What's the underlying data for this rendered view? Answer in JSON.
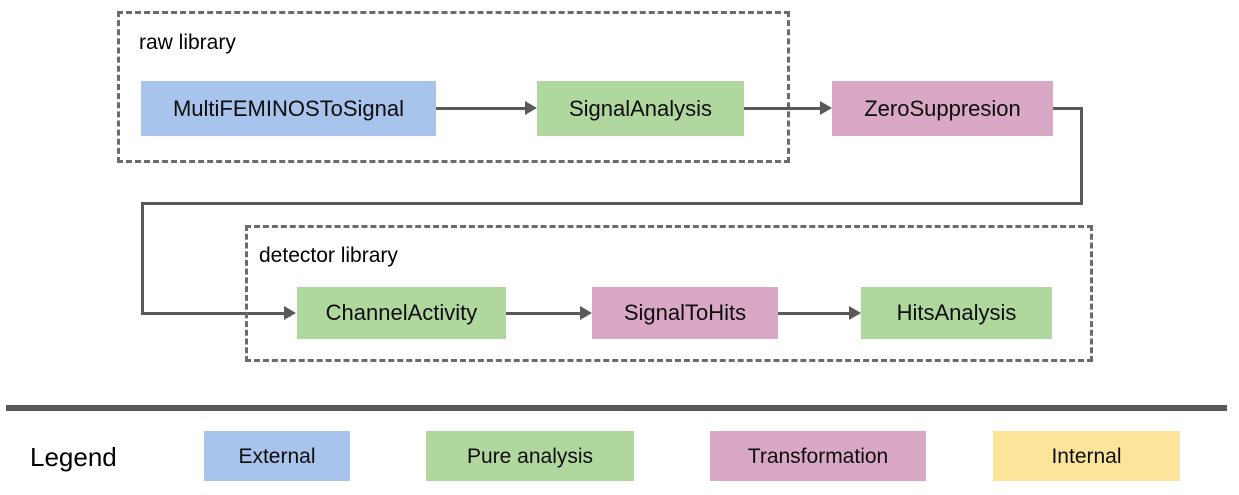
{
  "diagram": {
    "groups": [
      {
        "id": "raw-library",
        "label": "raw library"
      },
      {
        "id": "detector-library",
        "label": "detector library"
      }
    ],
    "nodes": [
      {
        "id": "multifeminostosignal",
        "label": "MultiFEMINOSToSignal",
        "category": "External",
        "color": "#a8c4ec",
        "group": "raw library"
      },
      {
        "id": "signalanalysis",
        "label": "SignalAnalysis",
        "category": "Pure analysis",
        "color": "#b0d79e",
        "group": "raw library"
      },
      {
        "id": "zerosuppresion",
        "label": "ZeroSuppresion",
        "category": "Transformation",
        "color": "#d9a8c4",
        "group": "raw library"
      },
      {
        "id": "channelactivity",
        "label": "ChannelActivity",
        "category": "Pure analysis",
        "color": "#b0d79e",
        "group": "detector library"
      },
      {
        "id": "signaltohits",
        "label": "SignalToHits",
        "category": "Transformation",
        "color": "#d9a8c4",
        "group": "detector library"
      },
      {
        "id": "hitsanalysis",
        "label": "HitsAnalysis",
        "category": "Pure analysis",
        "color": "#b0d79e",
        "group": "detector library"
      }
    ],
    "edges": [
      {
        "from": "MultiFEMINOSToSignal",
        "to": "SignalAnalysis"
      },
      {
        "from": "SignalAnalysis",
        "to": "ZeroSuppresion"
      },
      {
        "from": "ZeroSuppresion",
        "to": "ChannelActivity"
      },
      {
        "from": "ChannelActivity",
        "to": "SignalToHits"
      },
      {
        "from": "SignalToHits",
        "to": "HitsAnalysis"
      }
    ],
    "edge_color": "#595959"
  },
  "legend": {
    "title": "Legend",
    "rule_color": "#595959",
    "items": [
      {
        "label": "External",
        "color": "#a8c4ec"
      },
      {
        "label": "Pure analysis",
        "color": "#b0d79e"
      },
      {
        "label": "Transformation",
        "color": "#d9a8c4"
      },
      {
        "label": "Internal",
        "color": "#fce49b"
      }
    ]
  }
}
